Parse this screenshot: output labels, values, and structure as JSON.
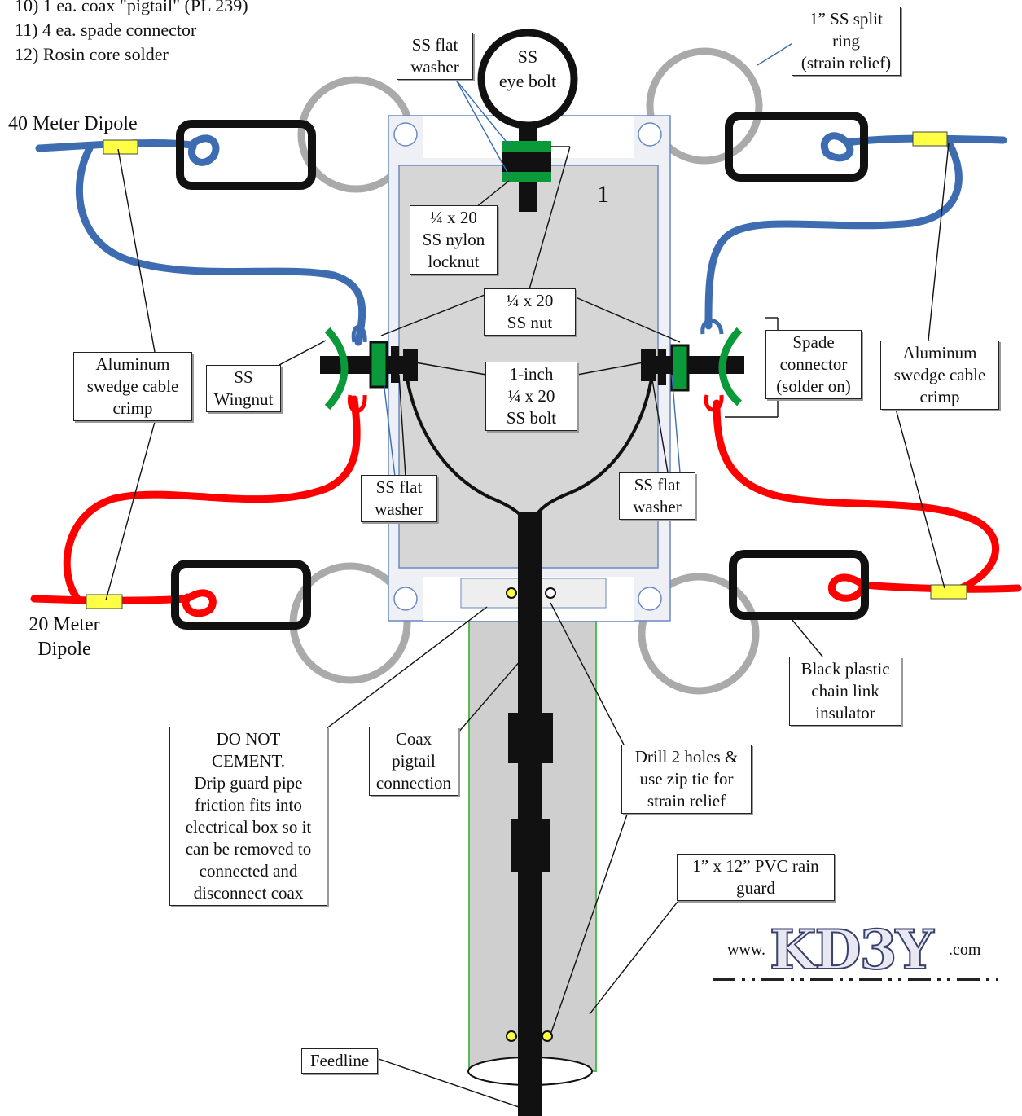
{
  "parts_list": [
    "10)  1 ea. coax \"pigtail\" (PL 239)",
    "11)  4 ea. spade connector",
    "12)  Rosin core solder"
  ],
  "box_number": "1",
  "labels": {
    "forty_meter": "40 Meter Dipole",
    "twenty_meter_1": "20 Meter",
    "twenty_meter_2": "Dipole",
    "ss_flat_washer_top": [
      "SS flat",
      "washer"
    ],
    "ss_eye_bolt": [
      "SS",
      "eye bolt"
    ],
    "split_ring": [
      "1” SS split",
      "ring",
      "(strain relief)"
    ],
    "nylon_locknut": [
      "¼ x 20",
      "SS nylon",
      "locknut"
    ],
    "ss_nut": [
      "¼ x 20",
      "SS nut"
    ],
    "ss_bolt": [
      "1-inch",
      "¼ x 20",
      "SS bolt"
    ],
    "ss_wingnut": [
      "SS",
      "Wingnut"
    ],
    "spade_connector": [
      "Spade",
      "connector",
      "(solder on)"
    ],
    "al_crimp_left": [
      "Aluminum",
      "swedge cable",
      "crimp"
    ],
    "al_crimp_right": [
      "Aluminum",
      "swedge cable",
      "crimp"
    ],
    "ss_flat_washer_left": [
      "SS flat",
      "washer"
    ],
    "ss_flat_washer_right": [
      "SS flat",
      "washer"
    ],
    "chain_link": [
      "Black plastic",
      "chain link",
      "insulator"
    ],
    "do_not_cement": [
      "DO NOT",
      "CEMENT.",
      "Drip guard pipe",
      "friction fits into",
      "electrical box so it",
      "can be removed to",
      "connected and",
      "disconnect coax"
    ],
    "coax_pigtail": [
      "Coax",
      "pigtail",
      "connection"
    ],
    "drill_holes": [
      "Drill 2 holes &",
      "use zip tie for",
      "strain relief"
    ],
    "pvc_guard": [
      "1” x 12” PVC rain",
      "guard"
    ],
    "feedline": "Feedline"
  },
  "logo": {
    "www": "www.",
    "brand": "KD3Y",
    "com": ".com"
  },
  "colors": {
    "wire_40m": "#3d6db0",
    "wire_20m": "#ff0000",
    "crimp": "#ffff44",
    "washer_green": "#0a9a3a",
    "box_fill": "#d6d6d6",
    "pipe_fill": "#cfcfcf",
    "pipe_edge": "#55bb55",
    "ring_gray": "#aaaaaa",
    "insulator": "#111111"
  }
}
